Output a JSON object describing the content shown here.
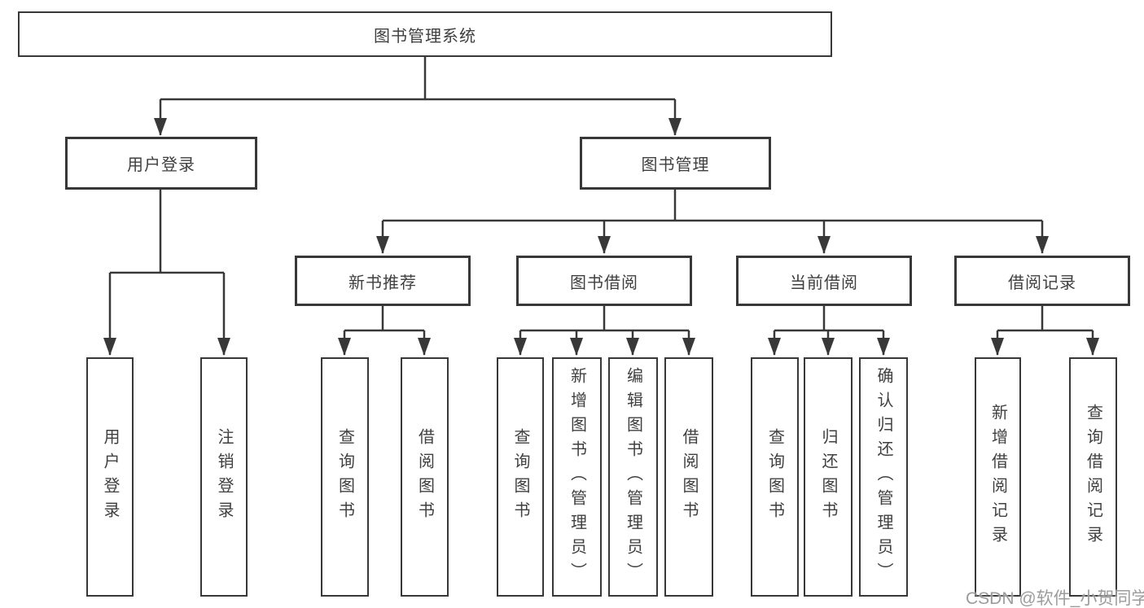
{
  "diagram": {
    "root": {
      "label": "图书管理系统"
    },
    "level2": {
      "user_login": {
        "label": "用户登录"
      },
      "book_mgmt": {
        "label": "图书管理"
      }
    },
    "level3": {
      "new_book_recommend": {
        "label": "新书推荐"
      },
      "book_borrow": {
        "label": "图书借阅"
      },
      "current_borrow": {
        "label": "当前借阅"
      },
      "borrow_records": {
        "label": "借阅记录"
      }
    },
    "leaves": {
      "g1": [
        "用户登录",
        "注销登录"
      ],
      "g2": [
        "查询图书",
        "借阅图书"
      ],
      "g3": [
        "查询图书",
        "新增图书（管理员）",
        "编辑图书（管理员）",
        "借阅图书"
      ],
      "g4": [
        "查询图书",
        "归还图书",
        "确认归还（管理员）"
      ],
      "g5": [
        "新增借阅记录",
        "查询借阅记录"
      ]
    },
    "colors": {
      "line": "#383838",
      "text": "#3f3f3f",
      "background": "#ffffff",
      "watermark": "#919191"
    }
  },
  "watermark": {
    "text": "CSDN @软件_小贺同学"
  }
}
